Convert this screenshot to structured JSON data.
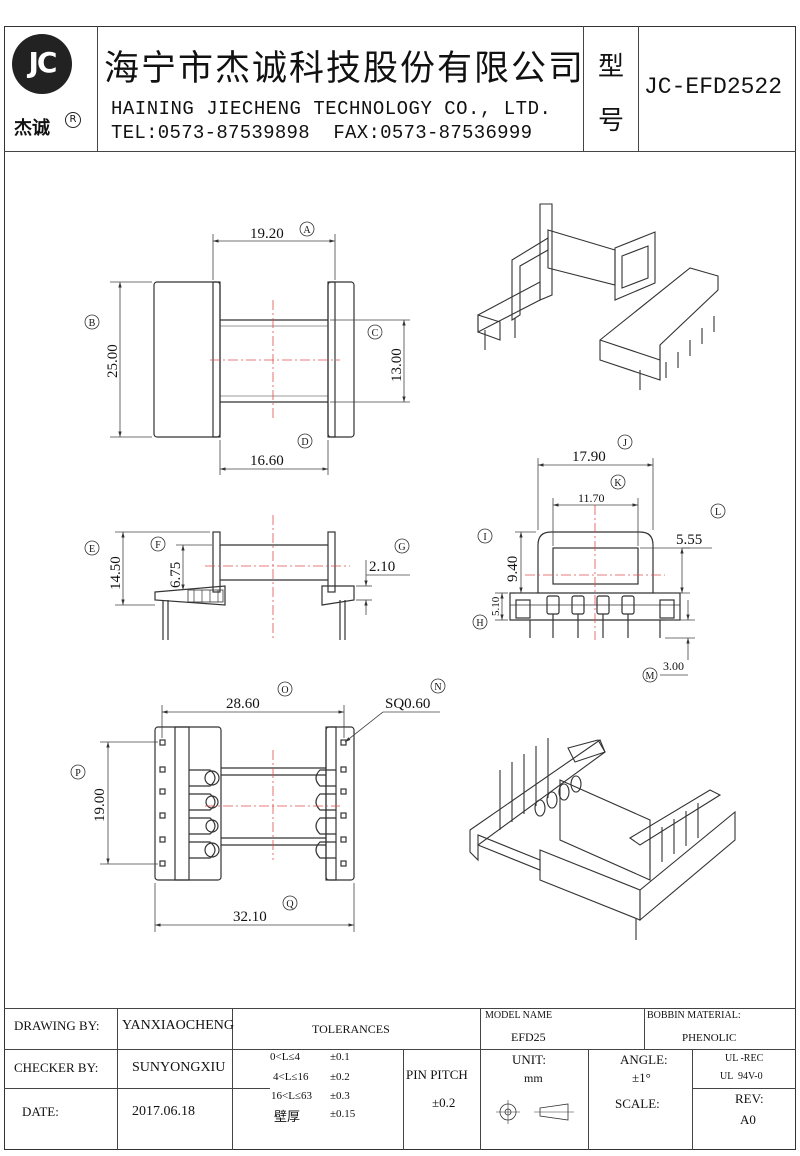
{
  "header": {
    "logo_text": "JC",
    "logo_sub": "杰诚",
    "registered": "R",
    "company_cn": "海宁市杰诚科技股份有限公司",
    "company_en": "HAINING JIECHENG TECHNOLOGY CO., LTD.",
    "contact": "TEL:0573-87539898  FAX:0573-87536999",
    "model_label_1": "型",
    "model_label_2": "号",
    "model_no": "JC-EFD2522"
  },
  "dims": {
    "A": "19.20",
    "B": "25.00",
    "C": "13.00",
    "D": "16.60",
    "E": "14.50",
    "F": "6.75",
    "G": "2.10",
    "I": "9.40",
    "H": "5.10",
    "J": "17.90",
    "K": "11.70",
    "L": "5.55",
    "M": "3.00",
    "O": "28.60",
    "N": "SQ0.60",
    "P": "19.00",
    "Q": "32.10"
  },
  "dim_letters": [
    "A",
    "B",
    "C",
    "D",
    "E",
    "F",
    "G",
    "H",
    "I",
    "J",
    "K",
    "L",
    "M",
    "N",
    "O",
    "P",
    "Q"
  ],
  "titleblock": {
    "drawing_by_label": "DRAWING  BY:",
    "drawing_by": "YANXIAOCHENG",
    "checker_by_label": "CHECKER  BY:",
    "checker_by": "SUNYONGXIU",
    "date_label": "DATE:",
    "date": "2017.06.18",
    "tolerances_label": "TOLERANCES",
    "tol_rows": [
      {
        "range": "0<L≤4",
        "tol": "±0.1"
      },
      {
        "range": "4<L≤16",
        "tol": "±0.2"
      },
      {
        "range": "16<L≤63",
        "tol": "±0.3"
      },
      {
        "range": "壁厚",
        "tol": "±0.15"
      }
    ],
    "pin_pitch_label": "PIN PITCH",
    "pin_pitch": "±0.2",
    "model_name_label": "MODEL NAME",
    "model_name": "EFD25",
    "bobbin_material_label": "BOBBIN MATERIAL:",
    "bobbin_material": "PHENOLIC",
    "unit_label": "UNIT:",
    "unit": "mm",
    "angle_label": "ANGLE:",
    "angle": "±1°",
    "ul_1": "UL -REC",
    "ul_2": "UL  94V-0",
    "scale_label": "SCALE:",
    "rev_label": "REV:",
    "rev": "A0"
  }
}
